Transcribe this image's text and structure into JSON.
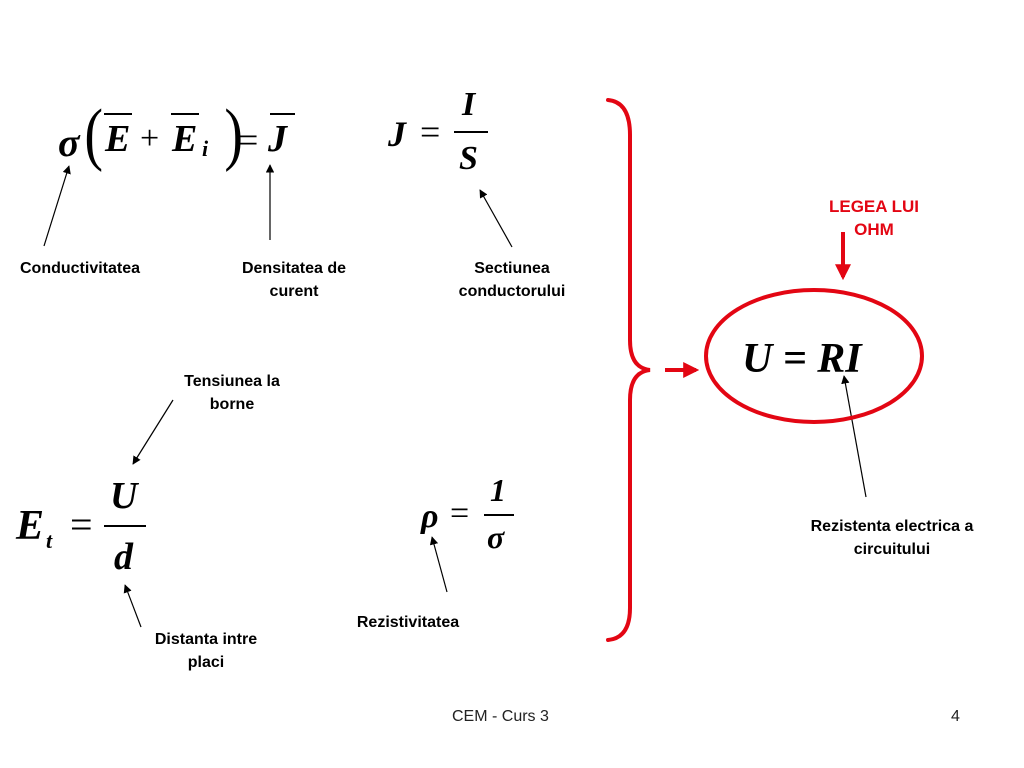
{
  "slide": {
    "formulas": {
      "ohm_field": {
        "sigma": "σ",
        "lparen": "(",
        "E": "E",
        "plus": "+",
        "Ei": "E",
        "i_sub": "i",
        "rparen": ")",
        "equals": "=",
        "J": "J"
      },
      "current_density": {
        "lhs": "J",
        "equals": "=",
        "num": "I",
        "den": "S"
      },
      "field_voltage": {
        "lhs": "E",
        "sub": "t",
        "equals": "=",
        "num": "U",
        "den": "d"
      },
      "resistivity": {
        "lhs": "ρ",
        "equals": "=",
        "num": "1",
        "den": "σ"
      },
      "ohm_law": "U = RI"
    },
    "labels": {
      "conductivity": "Conductivitatea",
      "current_density_1": "Densitatea de",
      "current_density_2": "curent",
      "section_1": "Sectiunea",
      "section_2": "conductorului",
      "voltage_1": "Tensiunea la",
      "voltage_2": "borne",
      "distance_1": "Distanta intre",
      "distance_2": "placi",
      "resistivity": "Rezistivitatea",
      "resistance_1": "Rezistenta electrica a",
      "resistance_2": "circuitului",
      "ohm_law_1": "LEGEA LUI",
      "ohm_law_2": "OHM"
    },
    "footer": {
      "title": "CEM - Curs 3",
      "page": "4"
    }
  },
  "colors": {
    "accent": "#e30613",
    "text": "#000000"
  }
}
